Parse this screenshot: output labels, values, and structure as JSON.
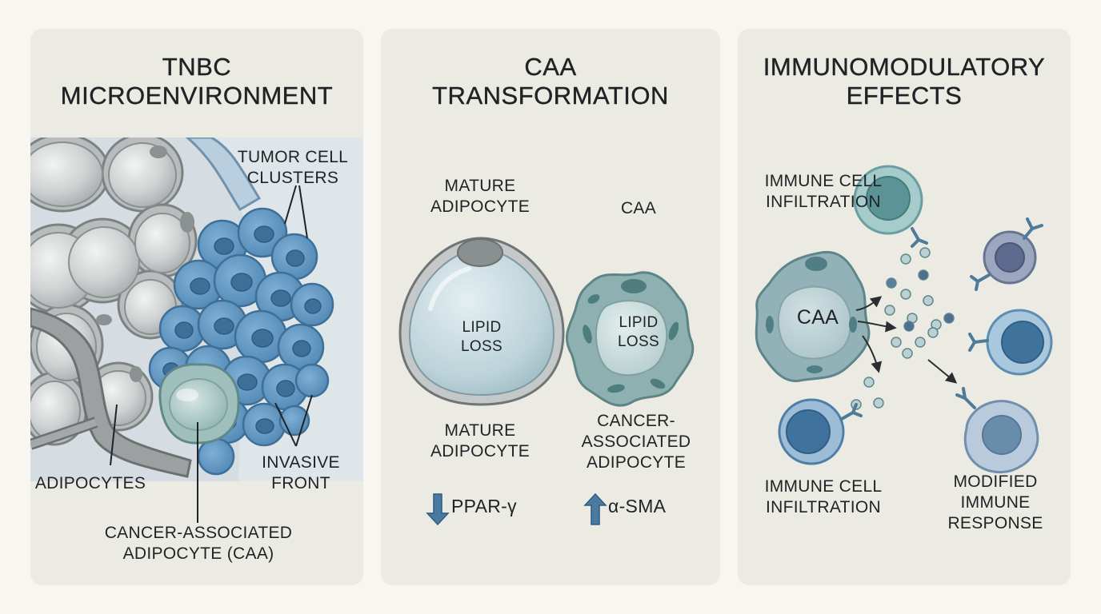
{
  "panels": [
    {
      "title": [
        "TNBC",
        "MICROENVIRONMENT"
      ],
      "labels": {
        "tumor_cell_clusters": [
          "TUMOR CELL",
          "CLUSTERS"
        ],
        "adipocytes": "ADIPOCYTES",
        "invasive_front": [
          "INVASIVE",
          "FRONT"
        ],
        "caa": [
          "CANCER-ASSOCIATED",
          "ADIPOCYTE (CAA)"
        ]
      }
    },
    {
      "title": [
        "CAA",
        "TRANSFORMATION"
      ],
      "labels": {
        "mature_top": [
          "MATURE",
          "ADIPOCYTE"
        ],
        "caa_top": "CAA",
        "lipid_loss_left": [
          "LIPID",
          "LOSS"
        ],
        "lipid_loss_right": [
          "LIPID",
          "LOSS"
        ],
        "mature_bottom": [
          "MATURE",
          "ADIPOCYTE"
        ],
        "caa_bottom": [
          "CANCER-",
          "ASSOCIATED",
          "ADIPOCYTE"
        ],
        "ppar": "PPAR-γ",
        "asma": "α-SMA"
      }
    },
    {
      "title": [
        "IMMUNOMODULATORY",
        "EFFECTS"
      ],
      "labels": {
        "infiltration_top": [
          "IMMUNE CELL",
          "INFILTRATION"
        ],
        "caa_center": "CAA",
        "infiltration_bottom": [
          "IMMUNE CELL",
          "INFILTRATION"
        ],
        "modified_response": [
          "MODIFIED",
          "IMMUNE",
          "RESPONSE"
        ]
      }
    }
  ],
  "colors": {
    "panel_bg": "#ecebe3",
    "tumor_blue": "#5f93bd",
    "adipocyte_gray": "#c9cbcb",
    "caa_teal": "#8fb3b3",
    "immune_blue": "#4d81aa"
  }
}
